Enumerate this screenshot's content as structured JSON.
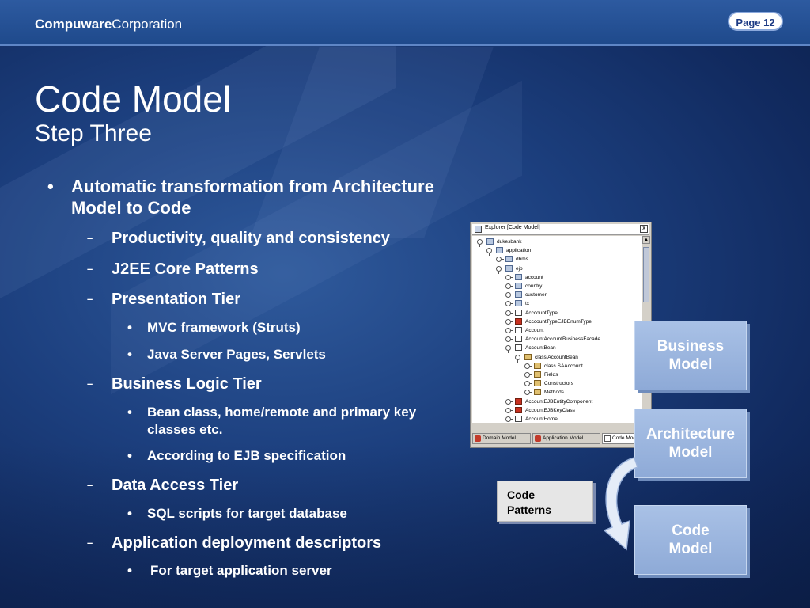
{
  "header": {
    "brand_bold": "Compuware",
    "brand_regular": "Corporation",
    "page_label": "Page 12"
  },
  "slide": {
    "title": "Code Model",
    "subtitle": "Step Three"
  },
  "bullets": {
    "l1_line1": "Automatic transformation from Architecture",
    "l1_line2": "Model to Code",
    "productivity": "Productivity, quality and consistency",
    "j2ee": "J2EE Core Patterns",
    "presentation": "Presentation Tier",
    "mvc": "MVC framework (Struts)",
    "jsp": "Java Server Pages, Servlets",
    "business": "Business Logic Tier",
    "bean_line1": "Bean class, home/remote and primary key",
    "bean_line2": "classes etc.",
    "ejb": "According to EJB specification",
    "data_access": "Data Access Tier",
    "sql": "SQL scripts for target database",
    "deploy": "Application deployment descriptors",
    "appserver": "For target application server",
    "bullet_char": "•",
    "dash_char": "–"
  },
  "explorer": {
    "title": "Explorer [Code Model]",
    "close_glyph": "X",
    "tree": [
      {
        "label": "dukesbank",
        "toggle": "open",
        "icon": "folder"
      },
      {
        "label": "application",
        "toggle": "open",
        "icon": "folder"
      },
      {
        "label": "dbms",
        "toggle": "closed",
        "icon": "folder"
      },
      {
        "label": "ejb",
        "toggle": "open",
        "icon": "folder"
      },
      {
        "label": "account",
        "toggle": "closed",
        "icon": "folder"
      },
      {
        "label": "country",
        "toggle": "closed",
        "icon": "folder"
      },
      {
        "label": "customer",
        "toggle": "closed",
        "icon": "folder"
      },
      {
        "label": "tx",
        "toggle": "closed",
        "icon": "folder"
      },
      {
        "label": "AcccountType",
        "toggle": "closed",
        "icon": "page"
      },
      {
        "label": "AcccountTypeEJBEnumType",
        "toggle": "closed",
        "icon": "red"
      },
      {
        "label": "Account",
        "toggle": "closed",
        "icon": "page"
      },
      {
        "label": "AccountAccountBusinessFacade",
        "toggle": "closed",
        "icon": "page"
      },
      {
        "label": "AccountBean",
        "toggle": "open",
        "icon": "page"
      },
      {
        "label": "class AccountBean",
        "toggle": "open",
        "icon": "comp"
      },
      {
        "label": "class SAAccount",
        "toggle": "closed",
        "icon": "comp"
      },
      {
        "label": "Fields",
        "toggle": "closed",
        "icon": "comp"
      },
      {
        "label": "Constructors",
        "toggle": "closed",
        "icon": "comp"
      },
      {
        "label": "Methods",
        "toggle": "closed",
        "icon": "comp"
      },
      {
        "label": "AccountEJBEntityComponent",
        "toggle": "closed",
        "icon": "red"
      },
      {
        "label": "AccountEJBKeyClass",
        "toggle": "closed",
        "icon": "red"
      },
      {
        "label": "AccountHome",
        "toggle": "closed",
        "icon": "page"
      }
    ],
    "tabs": [
      "Domain Model",
      "Application Model",
      "Code Model"
    ],
    "active_tab": "Code Model"
  },
  "boxes": {
    "business_line1": "Business",
    "business_line2": "Model",
    "architecture_line1": "Architecture",
    "architecture_line2": "Model",
    "code_line1": "Code",
    "code_line2": "Model",
    "patterns_line1": "Code",
    "patterns_line2": "Patterns"
  },
  "colors": {
    "background": "#1c3f7e",
    "header": "#2d5aa0",
    "box_fill": "#a9c1e6",
    "patterns_fill": "#e6e6e6"
  }
}
